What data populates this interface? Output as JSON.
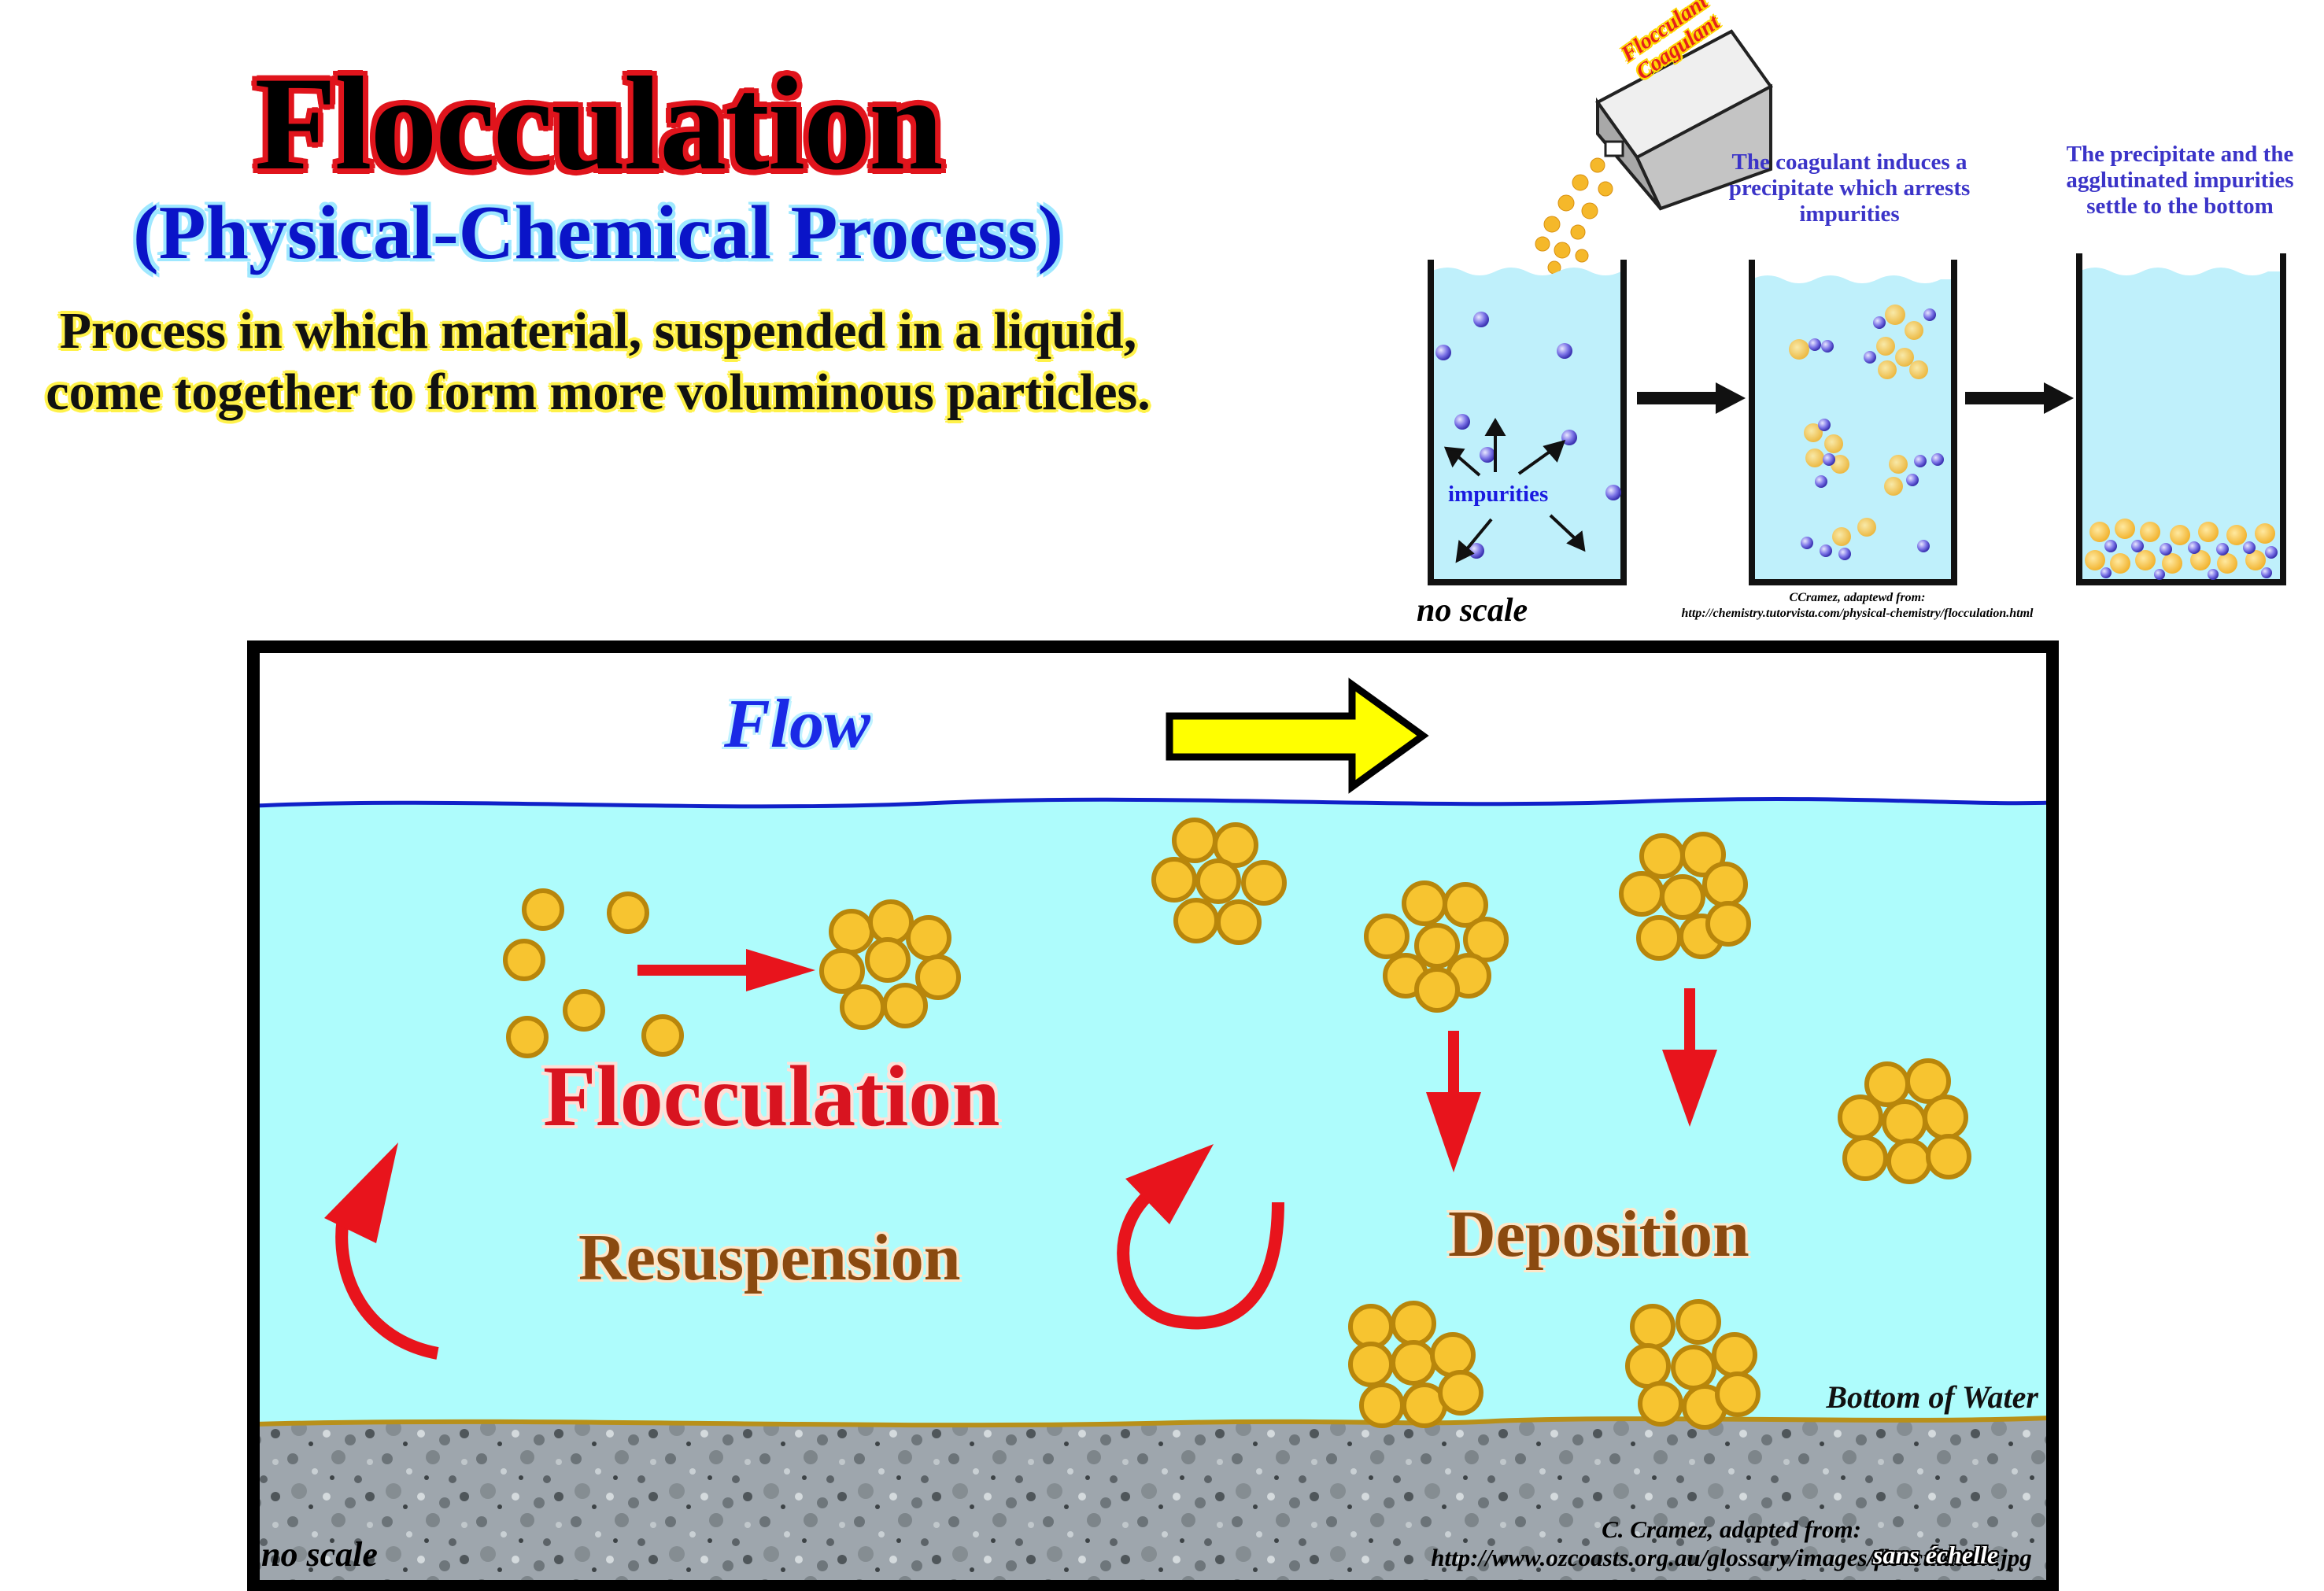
{
  "title": "Flocculation",
  "subtitle": "(Physical-Chemical Process)",
  "definition": "Process in which material, suspended in a liquid, come together to form more voluminous particles.",
  "top_panel": {
    "box_label_line1": "Flocculant",
    "box_label_line2": "Coagulant",
    "impurities_label": "impurities",
    "step2_text": "The coagulant induces a precipitate which arrests impurities",
    "step3_text": "The precipitate and the agglutinated impurities settle to the bottom",
    "no_scale": "no scale",
    "credit_line1": "CCramez, adaptewd from:",
    "credit_line2": "http://chemistry.tutorvista.com/physical-chemistry/flocculation.html"
  },
  "main_panel": {
    "flow_label": "Flow",
    "flocculation_label": "Flocculation",
    "resuspension_label": "Resuspension",
    "deposition_label": "Deposition",
    "bottom_label": "Bottom of Water",
    "no_scale": "no scale",
    "credit_line1": "C. Cramez, adapted from:",
    "credit_line2": "http://www.ozcoasts.org.au/glossary/images/flocculation.jpg",
    "overprint": "sans échelle"
  },
  "colors": {
    "water": "#aefcfc",
    "particle_fill": "#f7c430",
    "particle_stroke": "#b8860b",
    "arrow_red": "#e8141c",
    "flow_arrow": "#ffff00",
    "sediment": "#9aa4ac",
    "impurity": "#6a6ae0"
  }
}
